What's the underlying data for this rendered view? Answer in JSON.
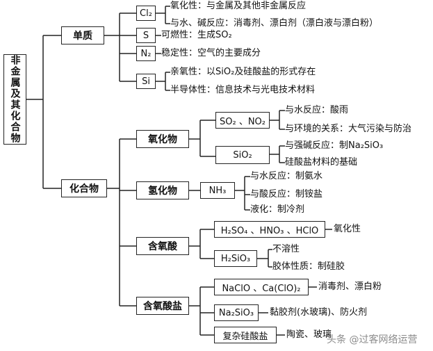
{
  "root": "非金属及其化合物",
  "branches": {
    "elements": {
      "label": "单质",
      "items": [
        {
          "name": "Cl₂",
          "props": [
            "氧化性：与金属及其他非金属反应",
            "与水、碱反应：消毒剂、漂白剂（漂白液与漂白粉）"
          ]
        },
        {
          "name": "S",
          "props": [
            "可燃性：生成SO₂"
          ]
        },
        {
          "name": "N₂",
          "props": [
            "稳定性：空气的主要成分"
          ]
        },
        {
          "name": "Si",
          "props": [
            "亲氧性：以SiO₂及硅酸盐的形式存在",
            "半导体性：信息技术与光电技术材料"
          ]
        }
      ]
    },
    "compounds": {
      "label": "化合物",
      "groups": [
        {
          "label": "氧化物",
          "subs": [
            {
              "name": "SO₂ 、NO₂",
              "props": [
                "与水反应：酸雨",
                "与环境的关系：大气污染与防治"
              ]
            },
            {
              "name": "SiO₂",
              "props": [
                "与强碱反应：制Na₂SiO₃",
                "硅酸盐材料的基础"
              ]
            }
          ]
        },
        {
          "label": "氢化物",
          "subs": [
            {
              "name": "NH₃",
              "props": [
                "与水反应：制氨水",
                "与酸反应：制铵盐",
                "液化：制冷剂"
              ]
            }
          ]
        },
        {
          "label": "含氧酸",
          "subs": [
            {
              "name": "H₂SO₄ 、HNO₃ 、HClO",
              "props": [
                "氧化性"
              ]
            },
            {
              "name": "H₂SiO₃",
              "props": [
                "不溶性",
                "胶体性质：制硅胶"
              ]
            }
          ]
        },
        {
          "label": "含氧酸盐",
          "subs": [
            {
              "name": "NaClO 、Ca(ClO)₂",
              "props": [
                "消毒剂、漂白粉"
              ]
            },
            {
              "name": "Na₂SiO₃",
              "props": [
                "黏胶剂(水玻璃)、防火剂"
              ]
            },
            {
              "name": "复杂硅酸盐",
              "props": [
                "陶瓷、玻璃"
              ]
            }
          ]
        }
      ]
    }
  },
  "watermark": "头条 @过客网络运营"
}
